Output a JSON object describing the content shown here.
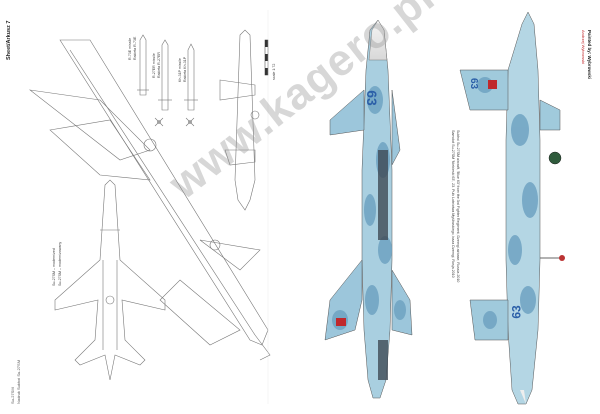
{
  "sheet": {
    "title": "Sheet/Arkusz 7",
    "caption_lines": [
      "Su-27SM – modernized",
      "Su-27SM – modernizowany"
    ],
    "footer_text": "Su-27SM",
    "footer_sub": "Nadruk Sukhoi Su-27SM"
  },
  "weapons_labels": [
    "R-73E missile",
    "Rakieta R-73E",
    "R-27ER missile",
    "Rakieta R-27ER",
    "Kh-31P missile",
    "Rakieta Kh-31P"
  ],
  "scale_label": "scale 1:72",
  "right_caption": {
    "painted_by": "Painted by: Wybrowski",
    "painted_by_sub": "Andrzej Wybrowski",
    "description": "Sukhoi Su-27SM aircraft, 'Blue 63' from the 3rd Fighter Regiment, Dzemgi airbase, Russia 2010",
    "description_pl": "Samolot Su-27SM 'Niebieski 63', 23. Pułk Lotnictwa Myśliwskiego, baza Dzemgi, Rosja 2010"
  },
  "aircraft": {
    "left_number": "63",
    "right_number": "63",
    "bottom_number": "63"
  },
  "watermark": "www.kagero.pl",
  "colors": {
    "camo_light": "#b8d8e6",
    "camo_mid": "#8fbfd6",
    "camo_dark": "#5f97b8",
    "number_blue": "#2b5fa8",
    "flag_red": "#c0282c",
    "radome": "#eeeeee"
  }
}
